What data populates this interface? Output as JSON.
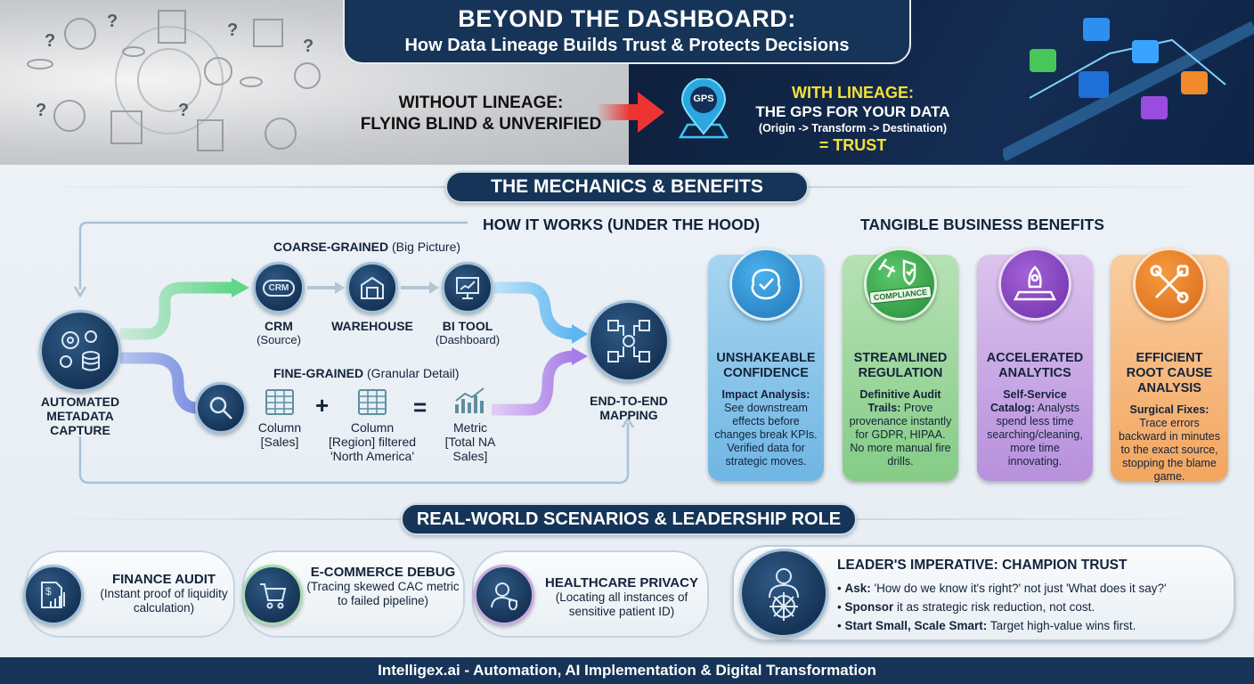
{
  "header": {
    "title": "BEYOND THE DASHBOARD:",
    "subtitle": "How Data Lineage Builds Trust & Protects Decisions"
  },
  "without": {
    "line1": "WITHOUT LINEAGE:",
    "line2": "FLYING BLIND & UNVERIFIED"
  },
  "with": {
    "gps_badge": "GPS",
    "line1": "WITH LINEAGE:",
    "line2": "THE GPS FOR YOUR DATA",
    "line3": "(Origin -> Transform -> Destination)",
    "line4": "= TRUST"
  },
  "section1": "THE MECHANICS & BENEFITS",
  "how": {
    "heading": "HOW IT WORKS (UNDER THE HOOD)",
    "coarse_bold": "COARSE-GRAINED",
    "coarse_note": "(Big Picture)",
    "fine_bold": "FINE-GRAINED",
    "fine_note": "(Granular Detail)",
    "capture": "AUTOMATED METADATA CAPTURE",
    "crm_badge": "CRM",
    "crm": "CRM",
    "crm_sub": "(Source)",
    "warehouse": "WAREHOUSE",
    "bi": "BI TOOL",
    "bi_sub": "(Dashboard)",
    "col1": "Column",
    "col1_sub": "[Sales]",
    "plus": "+",
    "col2": "Column",
    "col2_sub": "[Region] filtered 'North America'",
    "equals": "=",
    "metric": "Metric",
    "metric_sub": "[Total NA Sales]",
    "mapping": "END-TO-END MAPPING"
  },
  "benefits": {
    "heading": "TANGIBLE BUSINESS BENEFITS",
    "items": [
      {
        "title": "UNSHAKEABLE CONFIDENCE",
        "lead": "Impact Analysis:",
        "body": " See downstream effects before changes break KPIs. Verified data for strategic moves.",
        "color": "#8cc6ea"
      },
      {
        "title": "STREAMLINED REGULATION",
        "lead": "Definitive Audit Trails:",
        "body": " Prove provenance instantly for GDPR, HIPAA. No more manual fire drills.",
        "color": "#9fd6a0",
        "badge": "COMPLIANCE"
      },
      {
        "title": "ACCELERATED ANALYTICS",
        "lead": "Self-Service Catalog:",
        "body": " Analysts spend less time searching/cleaning, more time innovating.",
        "color": "#c9a6e3"
      },
      {
        "title": "EFFICIENT ROOT CAUSE ANALYSIS",
        "lead": "Surgical Fixes:",
        "body": " Trace errors backward in minutes to the exact source, stopping the blame game.",
        "color": "#f6b77c"
      }
    ]
  },
  "section2": "REAL-WORLD SCENARIOS & LEADERSHIP ROLE",
  "scenarios": [
    {
      "title": "FINANCE AUDIT",
      "desc": "(Instant proof of liquidity calculation)"
    },
    {
      "title": "E-COMMERCE DEBUG",
      "desc": "(Tracing skewed CAC metric to failed pipeline)"
    },
    {
      "title": "HEALTHCARE PRIVACY",
      "desc": "(Locating all instances of sensitive patient ID)"
    }
  ],
  "leader": {
    "title": "LEADER'S IMPERATIVE: CHAMPION TRUST",
    "bullets": [
      {
        "lead": "Ask:",
        "text": " 'How do we know it's right?' not just 'What does it say?'"
      },
      {
        "lead": "Sponsor",
        "text": " it as strategic risk reduction, not cost."
      },
      {
        "lead": "Start Small, Scale Smart:",
        "text": " Target high-value wins first."
      }
    ]
  },
  "footer": "Intelligex.ai - Automation, AI Implementation & Digital Transformation"
}
